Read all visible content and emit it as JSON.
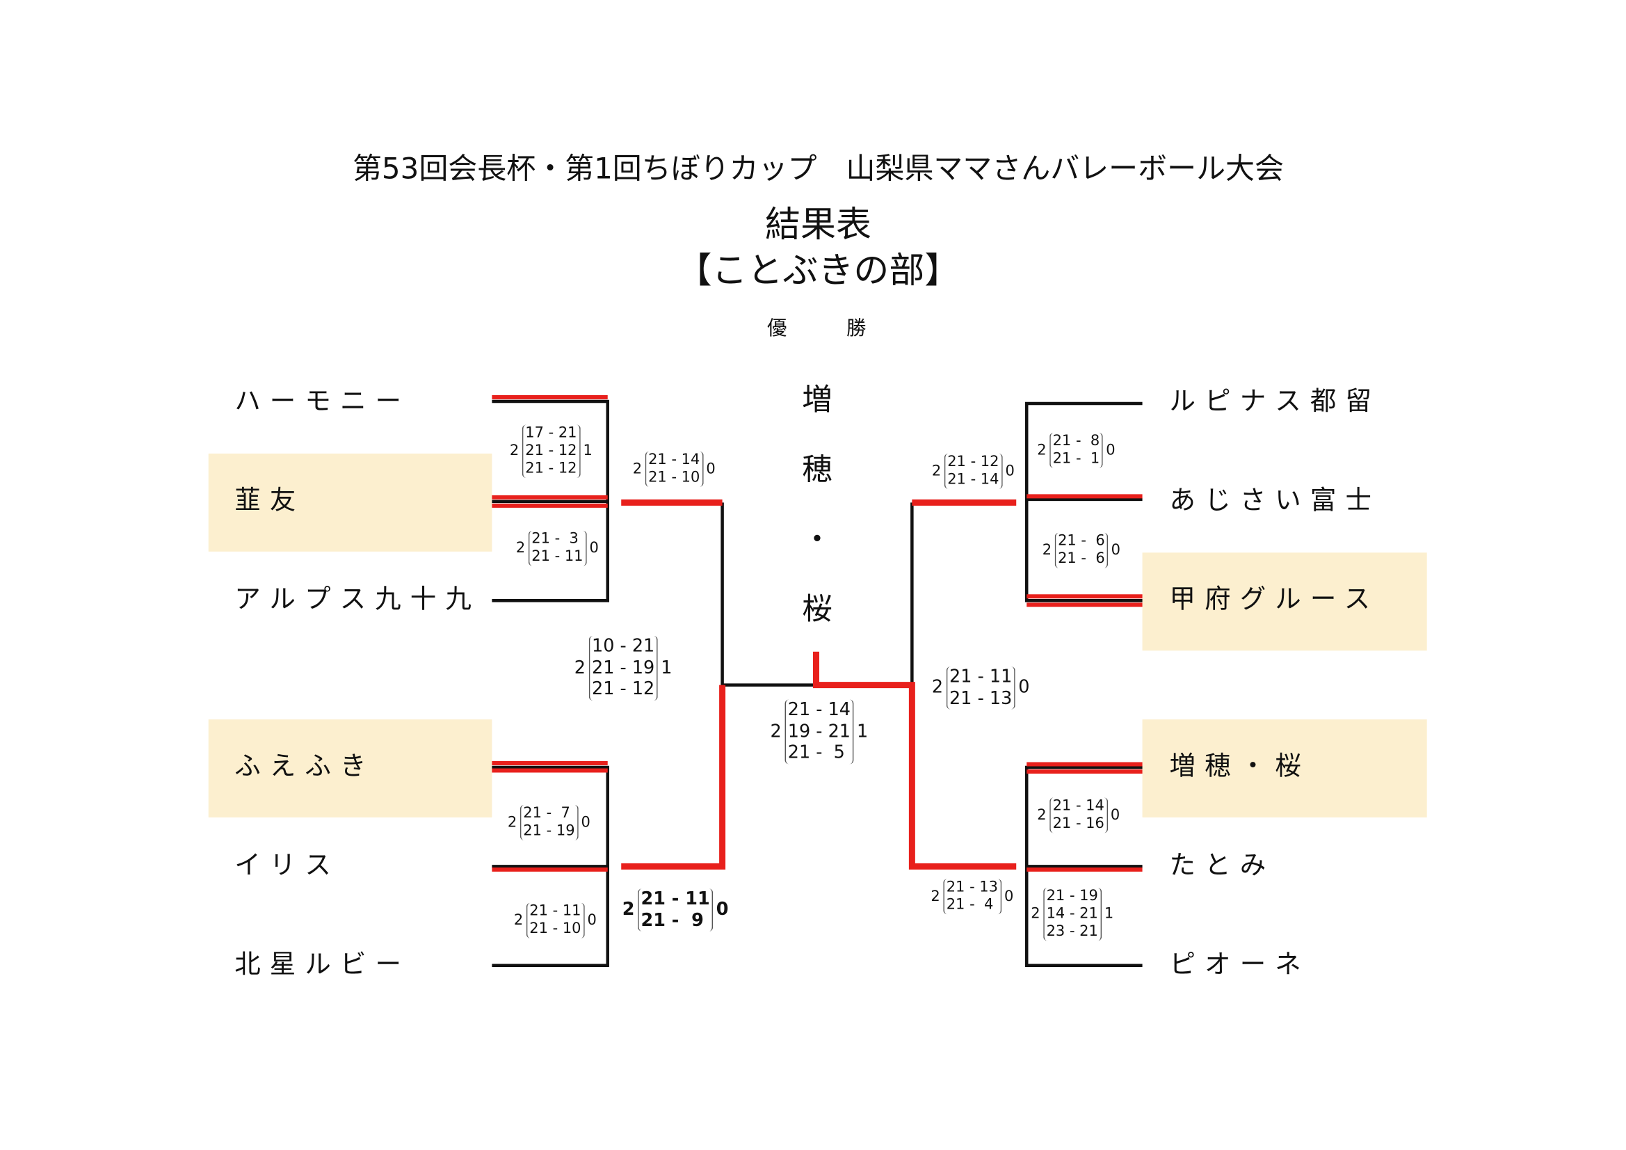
{
  "header": {
    "title": "第53回会長杯・第1回ちぼりカップ　山梨県ママさんバレーボール大会",
    "subtitle": "結果表",
    "division": "【ことぶきの部】",
    "champion_label_1": "優",
    "champion_label_2": "勝"
  },
  "champion": {
    "chars": [
      "増",
      "穂",
      "・",
      "桜"
    ]
  },
  "left_teams": [
    {
      "name": "ハーモニー"
    },
    {
      "name": "韮友"
    },
    {
      "name": "アルプス九十九"
    },
    {
      "name": "ふえふき"
    },
    {
      "name": "イリス"
    },
    {
      "name": "北星ルビー"
    }
  ],
  "right_teams": [
    {
      "name": "ルピナス都留"
    },
    {
      "name": "あじさい富士"
    },
    {
      "name": "甲府グルース"
    },
    {
      "name": "増穂・桜"
    },
    {
      "name": "たとみ"
    },
    {
      "name": "ピオーネ"
    }
  ],
  "matches": [
    {
      "left": "2",
      "sets": [
        "17 - 21",
        "21 - 12",
        "21 - 12"
      ],
      "right": "1"
    },
    {
      "left": "2",
      "sets": [
        "21 -  3",
        "21 - 11"
      ],
      "right": "0"
    },
    {
      "left": "2",
      "sets": [
        "21 - 14",
        "21 - 10"
      ],
      "right": "0"
    },
    {
      "left": "2",
      "sets": [
        "10 - 21",
        "21 - 19",
        "21 - 12"
      ],
      "right": "1"
    },
    {
      "left": "2",
      "sets": [
        "21 - 14",
        "19 - 21",
        "21 -  5"
      ],
      "right": "1"
    },
    {
      "left": "2",
      "sets": [
        "21 -  7",
        "21 - 19"
      ],
      "right": "0"
    },
    {
      "left": "2",
      "sets": [
        "21 - 11",
        "21 - 10"
      ],
      "right": "0"
    },
    {
      "left": "2",
      "sets": [
        "21 - 11",
        "21 -  9"
      ],
      "right": "0"
    },
    {
      "left": "2",
      "sets": [
        "21 -  8",
        "21 -  1"
      ],
      "right": "0"
    },
    {
      "left": "2",
      "sets": [
        "21 - 12",
        "21 - 14"
      ],
      "right": "0"
    },
    {
      "left": "2",
      "sets": [
        "21 -  6",
        "21 -  6"
      ],
      "right": "0"
    },
    {
      "left": "2",
      "sets": [
        "21 - 11",
        "21 - 13"
      ],
      "right": "0"
    },
    {
      "left": "2",
      "sets": [
        "21 - 14",
        "21 - 16"
      ],
      "right": "0"
    },
    {
      "left": "2",
      "sets": [
        "21 - 13",
        "21 -  4"
      ],
      "right": "0"
    },
    {
      "left": "2",
      "sets": [
        "21 - 19",
        "14 - 21",
        "23 - 21"
      ],
      "right": "1"
    }
  ],
  "colors": {
    "winner_line": "#e8201c",
    "highlight": "#fcefcf",
    "line": "#111111"
  }
}
